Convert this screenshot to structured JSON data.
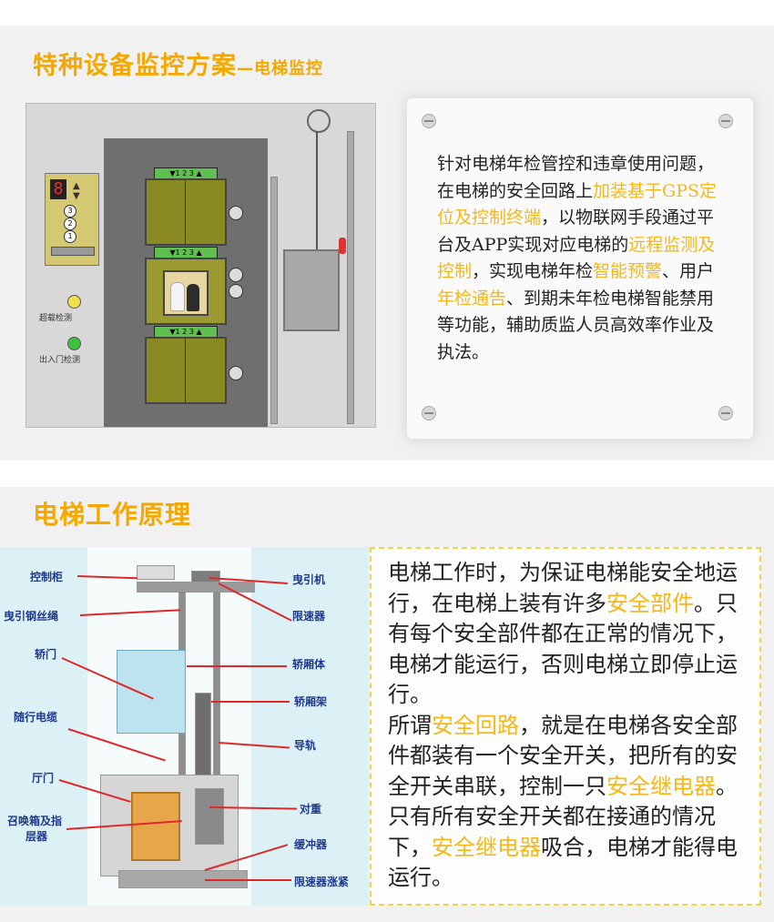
{
  "section1": {
    "title_main": "特种设备监控方案",
    "title_sub": "—电梯监控",
    "panel": {
      "display_digit": "8",
      "floor_buttons": [
        "3",
        "2",
        "1"
      ],
      "indicator_text": "▼1 2 3 ▲",
      "lamp_overload_label": "超载检测",
      "lamp_door_label": "出入门检测",
      "lamp_overload_color": "#f2e04a",
      "lamp_door_color": "#3fbf3f"
    },
    "description": [
      {
        "text": "针对电梯年检管控和违章使用问题，在电梯的安全回路上",
        "hl": false
      },
      {
        "text": "加装基于GPS定位及控制终端",
        "hl": true
      },
      {
        "text": "，以物联网手段通过平台及APP实现对应电梯的",
        "hl": false
      },
      {
        "text": "远程监测及控制",
        "hl": true
      },
      {
        "text": "，实现电梯年检",
        "hl": false
      },
      {
        "text": "智能预警",
        "hl": true
      },
      {
        "text": "、用户",
        "hl": false
      },
      {
        "text": "年检通告",
        "hl": true
      },
      {
        "text": "、到期未年检电梯智能禁用等功能，辅助质监人员高效率作业及执法。",
        "hl": false
      }
    ]
  },
  "section2": {
    "title": "电梯工作原理",
    "labels_left": [
      "控制柜",
      "曳引钢丝绳",
      "轿门",
      "随行电缆",
      "厅门",
      "召唤箱及指",
      "层器"
    ],
    "labels_right": [
      "曳引机",
      "限速器",
      "轿厢体",
      "轿厢架",
      "导轨",
      "对重",
      "缓冲器",
      "限速器涨紧"
    ],
    "description": [
      {
        "text": "电梯工作时，为保证电梯能安全地运行，在电梯上装有许多",
        "hl": false
      },
      {
        "text": "安全部件",
        "hl": true
      },
      {
        "text": "。只有每个安全部件都在正常的情况下，电梯才能运行，否则电梯立即停止运行。",
        "hl": false
      },
      {
        "text": "\n所谓",
        "hl": false
      },
      {
        "text": "安全回路",
        "hl": true
      },
      {
        "text": "，就是在电梯各安全部件都装有一个安全开关，把所有的安全开关串联，控制一只",
        "hl": false
      },
      {
        "text": "安全继电器",
        "hl": true
      },
      {
        "text": "。只有所有安全开关都在接通的情况下，",
        "hl": false
      },
      {
        "text": "安全继电器",
        "hl": true
      },
      {
        "text": "吸合，电梯才能得电运行。",
        "hl": false
      }
    ]
  },
  "colors": {
    "accent": "#f5a800",
    "highlight": "#f5b818",
    "label_blue": "#1f3a8a",
    "pointer_red": "#e12828"
  }
}
